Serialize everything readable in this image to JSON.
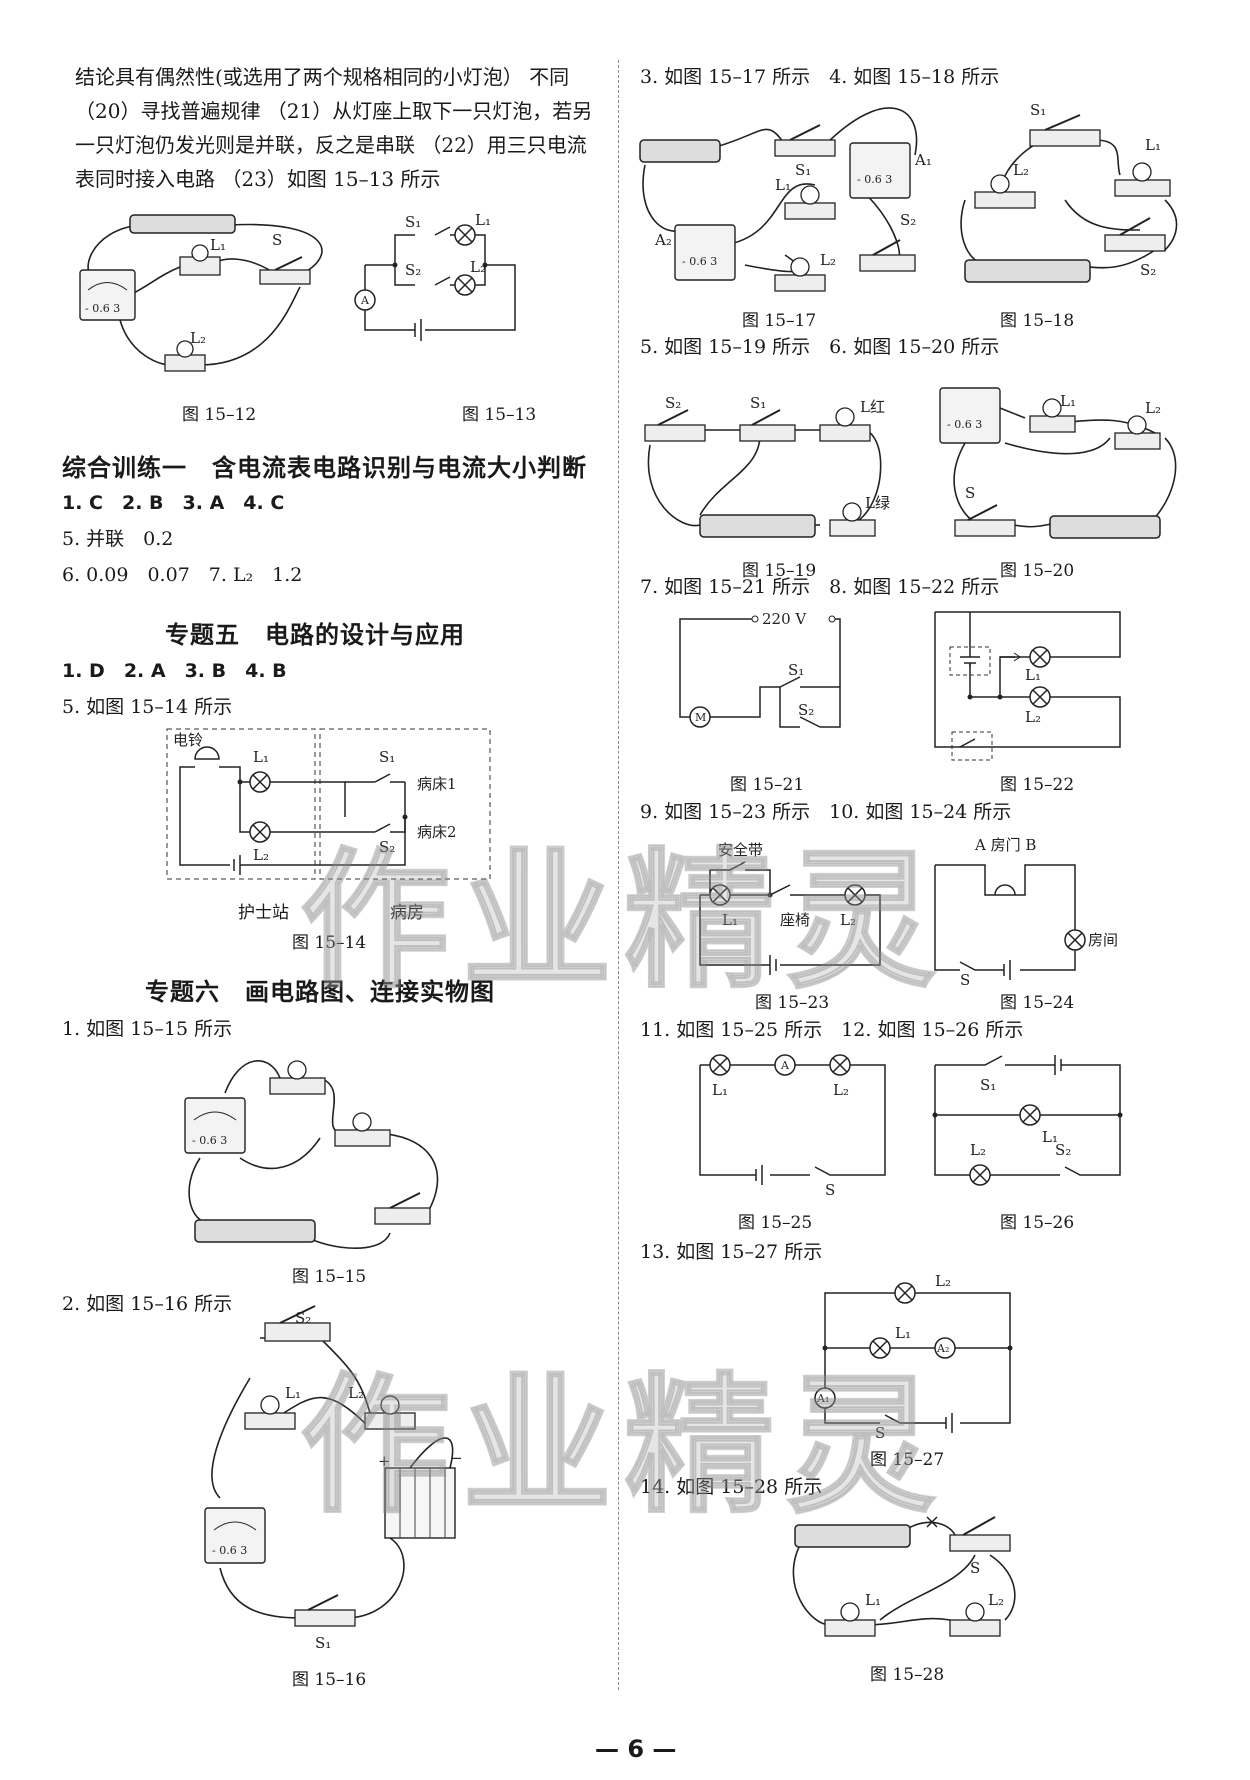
{
  "left": {
    "intro_paragraph": "结论具有偶然性(或选用了两个规格相同的小灯泡） 不同 （20）寻找普遍规律 （21）从灯座上取下一只灯泡，若另一只灯泡仍发光则是并联，反之是串联 （22）用三只电流表同时接入电路 （23）如图 15–13 所示",
    "cap_1512": "图 15–12",
    "cap_1513": "图 15–13",
    "section1_title": "综合训练一　含电流表电路识别与电流大小判断",
    "s1_line1": "1. C　2. B　3. A　4. C",
    "s1_line2": "5. 并联　0.2",
    "s1_line3": "6. 0.09　0.07　7. L₂　1.2",
    "section2_title": "专题五　电路的设计与应用",
    "s2_line1": "1. D　2. A　3. B　4. B",
    "s2_line2": "5. 如图 15–14 所示",
    "fig1514": {
      "bell": "电铃",
      "L1": "L₁",
      "L2": "L₂",
      "S1": "S₁",
      "S2": "S₂",
      "bed1": "病床1",
      "bed2": "病床2",
      "station": "护士站",
      "ward": "病房"
    },
    "cap_1514": "图 15–14",
    "section3_title": "专题六　画电路图、连接实物图",
    "s3_line1": "1. 如图 15–15 所示",
    "cap_1515": "图 15–15",
    "s3_line2": "2. 如图 15–16 所示",
    "cap_1516": "图 15–16"
  },
  "right": {
    "line_3_4": "3. 如图 15–17 所示　4. 如图 15–18 所示",
    "cap_1517": "图 15–17",
    "cap_1518": "图 15–18",
    "line_5_6": "5. 如图 15–19 所示　6. 如图 15–20 所示",
    "cap_1519": "图 15–19",
    "cap_1520": "图 15–20",
    "line_7_8": "7. 如图 15–21 所示　8. 如图 15–22 所示",
    "fig1521": {
      "voltage": "220 V",
      "motor": "M",
      "S1": "S₁",
      "S2": "S₂"
    },
    "cap_1521": "图 15–21",
    "fig1522": {
      "L1": "L₁",
      "L2": "L₂"
    },
    "cap_1522": "图 15–22",
    "line_9_10": "9. 如图 15–23 所示　10. 如图 15–24 所示",
    "fig1523": {
      "belt": "安全带",
      "seat": "座椅",
      "L1": "L₁",
      "L2": "L₂"
    },
    "cap_1523": "图 15–23",
    "fig1524": {
      "door": "A 房门 B",
      "room": "房间",
      "S": "S"
    },
    "cap_1524": "图 15–24",
    "line_11_12": "11. 如图 15–25 所示　12. 如图 15–26 所示",
    "fig1525": {
      "L1": "L₁",
      "L2": "L₂",
      "A": "A",
      "S": "S"
    },
    "cap_1525": "图 15–25",
    "fig1526": {
      "S1": "S₁",
      "L1": "L₁",
      "L2": "L₂",
      "S2": "S₂"
    },
    "cap_1526": "图 15–26",
    "line_13": "13. 如图 15–27 所示",
    "fig1527": {
      "L1": "L₁",
      "L2": "L₂",
      "A1": "A₁",
      "A2": "A₂",
      "S": "S"
    },
    "cap_1527": "图 15–27",
    "line_14": "14. 如图 15–28 所示",
    "cap_1528": "图 15–28"
  },
  "watermark": "作业精灵",
  "page_number": "— 6 —"
}
